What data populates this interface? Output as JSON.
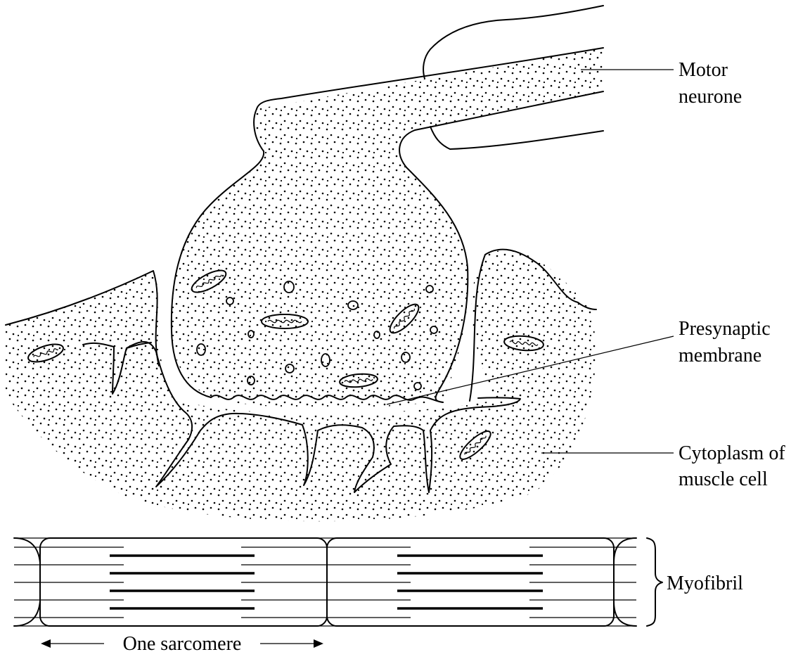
{
  "labels": {
    "motor_neurone_1": "Motor",
    "motor_neurone_2": "neurone",
    "presynaptic_1": "Presynaptic",
    "presynaptic_2": "membrane",
    "cytoplasm_1": "Cytoplasm of",
    "cytoplasm_2": "muscle cell",
    "myofibril": "Myofibril",
    "sarcomere": "One sarcomere"
  }
}
